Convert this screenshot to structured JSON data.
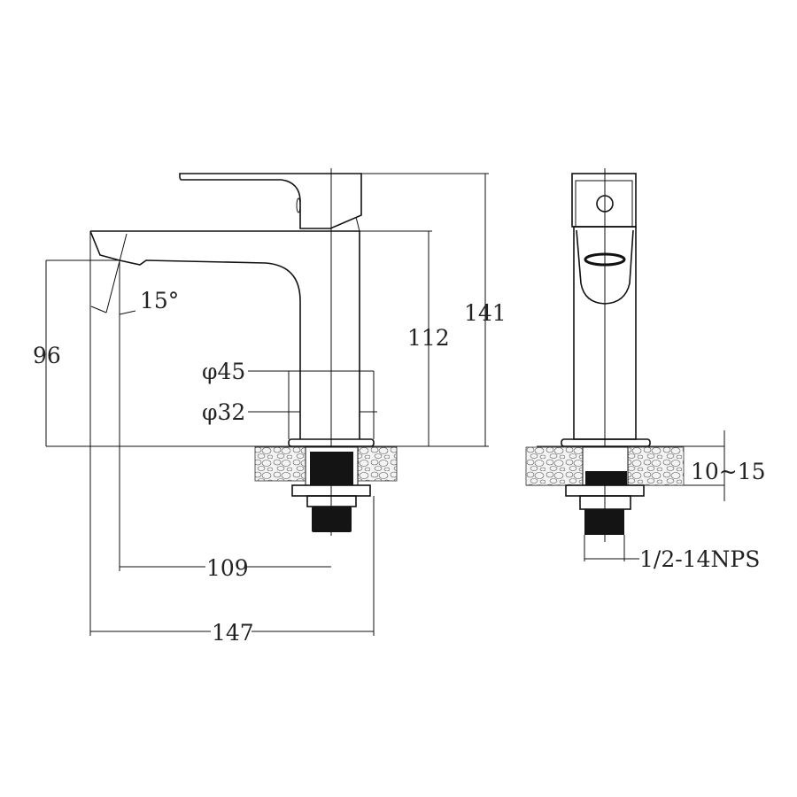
{
  "front_view": {
    "dimensions": {
      "angle": "15°",
      "spout_height": "96",
      "body_height": "112",
      "total_height": "141",
      "base_diameter": "φ45",
      "body_diameter": "φ32",
      "reach": "109",
      "total_length": "147"
    }
  },
  "side_view": {
    "dimensions": {
      "deck_thickness": "10~15",
      "thread": "1/2-14NPS"
    }
  },
  "colors": {
    "line": "#111111",
    "background": "#ffffff"
  }
}
